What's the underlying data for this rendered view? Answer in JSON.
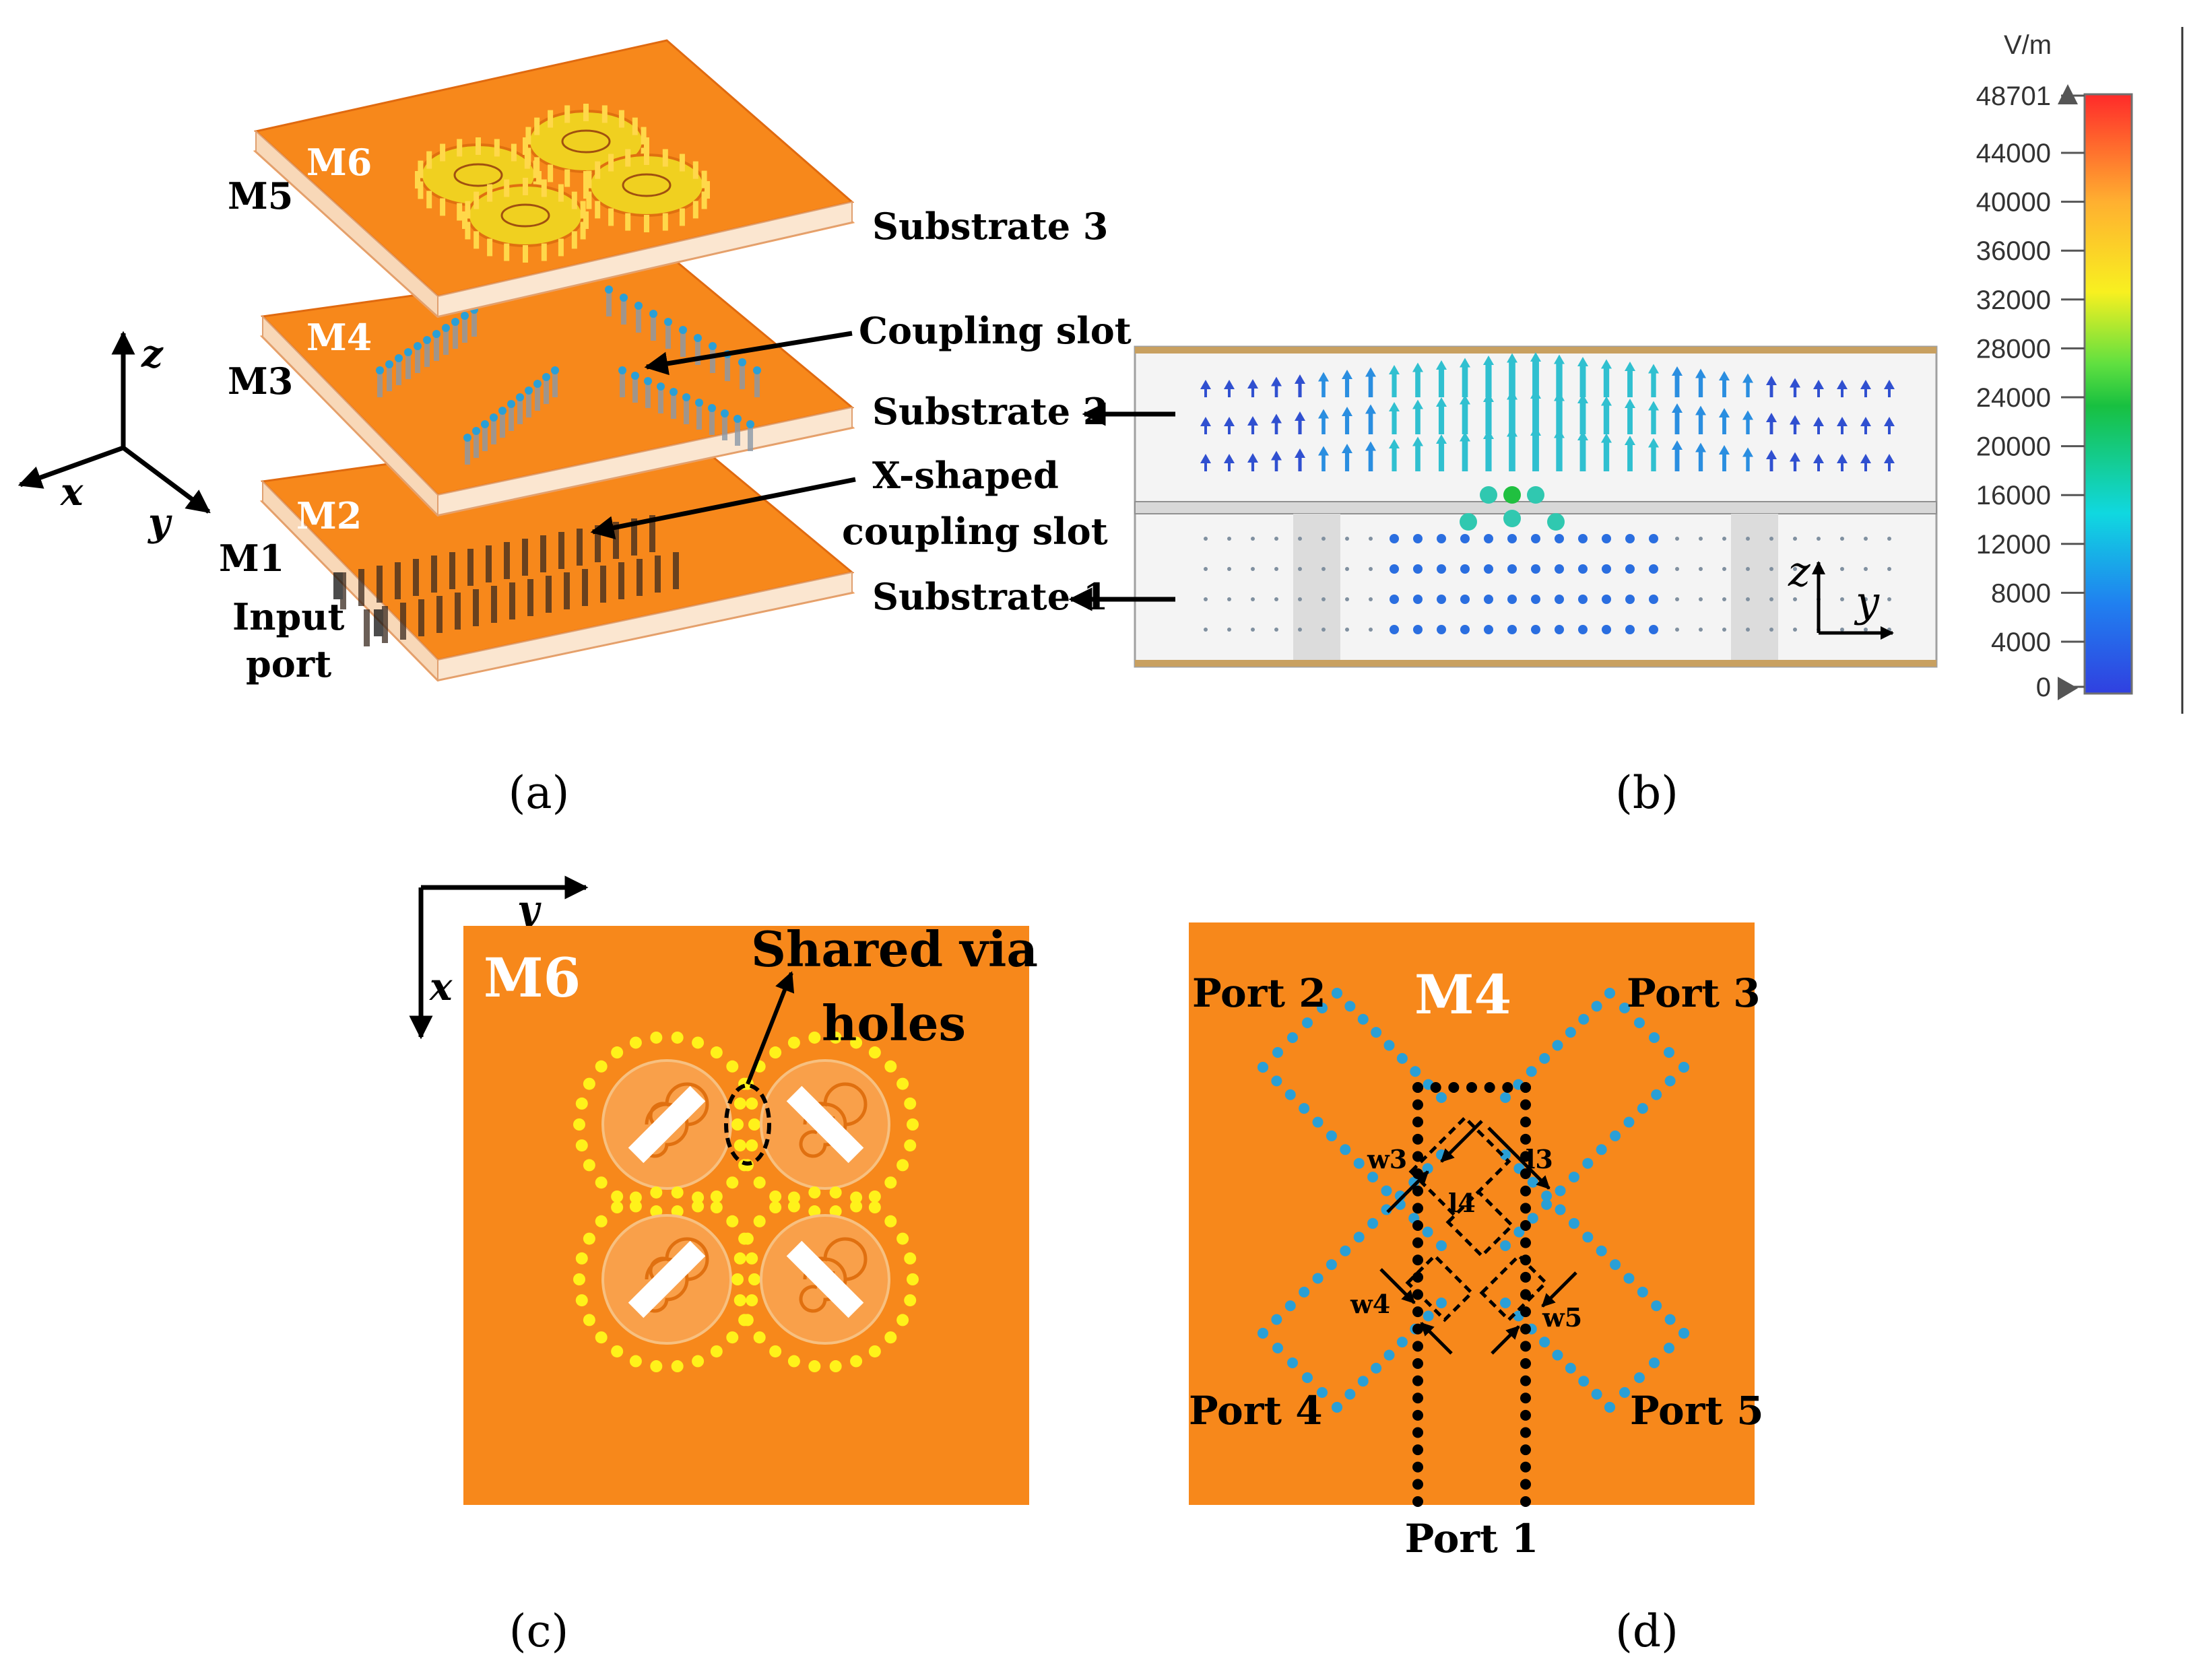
{
  "panel_a": {
    "caption": "(a)",
    "layer_labels": {
      "m6": "M6",
      "m5": "M5",
      "m4": "M4",
      "m3": "M3",
      "m2": "M2",
      "m1": "M1"
    },
    "substrate3": "Substrate 3",
    "substrate2": "Substrate 2",
    "substrate1": "Substrate 1",
    "coupling_slot": "Coupling slot",
    "x_slot_line1": "X-shaped",
    "x_slot_line2": "coupling slot",
    "input_line1": "Input",
    "input_line2": "port",
    "axis_z": "z",
    "axis_x": "x",
    "axis_y": "y"
  },
  "panel_b": {
    "caption": "(b)",
    "unit": "V/m",
    "ticks": [
      "48701",
      "44000",
      "40000",
      "36000",
      "32000",
      "28000",
      "24000",
      "20000",
      "16000",
      "12000",
      "8000",
      "4000",
      "0"
    ],
    "axis_z": "z",
    "axis_y": "y"
  },
  "panel_c": {
    "caption": "(c)",
    "title": "M6",
    "shared_line1": "Shared via",
    "shared_line2": "holes",
    "axis_y": "y",
    "axis_x": "x"
  },
  "panel_d": {
    "caption": "(d)",
    "title": "M4",
    "port1": "Port 1",
    "port2": "Port 2",
    "port3": "Port 3",
    "port4": "Port 4",
    "port5": "Port 5",
    "w3": "w3",
    "l3": "l3",
    "l4": "l4",
    "w4": "w4",
    "w5": "w5"
  },
  "colors": {
    "copper": "#f7881b",
    "board": "#f58420",
    "via_yellow": "#fff21a",
    "via_blue": "#2a9fd6"
  }
}
